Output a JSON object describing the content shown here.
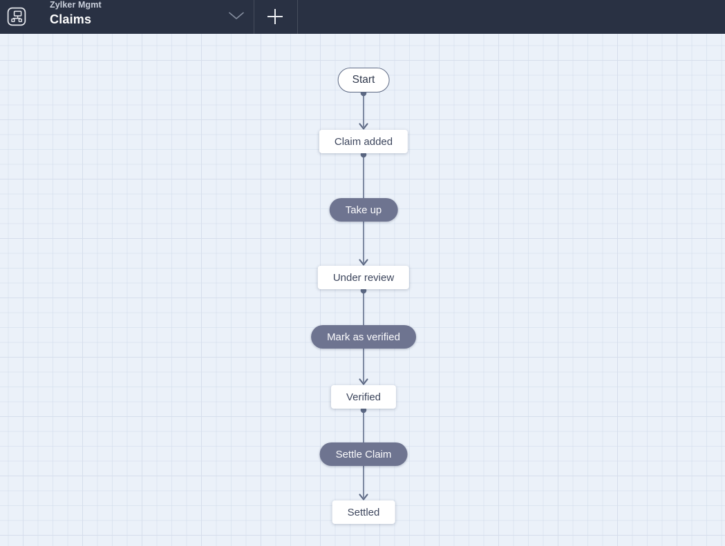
{
  "header": {
    "subtitle": "Zylker Mgmt",
    "title": "Claims",
    "icons": {
      "app_icon": "org-chart-icon",
      "dropdown_icon": "chevron-down-icon",
      "add_icon": "plus-icon"
    }
  },
  "flow": {
    "nodes": [
      {
        "label": "Start",
        "type": "start"
      },
      {
        "label": "Claim added",
        "type": "state"
      },
      {
        "label": "Take up",
        "type": "transition"
      },
      {
        "label": "Under review",
        "type": "state"
      },
      {
        "label": "Mark as verified",
        "type": "transition"
      },
      {
        "label": "Verified",
        "type": "state"
      },
      {
        "label": "Settle Claim",
        "type": "transition"
      },
      {
        "label": "Settled",
        "type": "state"
      }
    ]
  },
  "colors": {
    "header_bg": "#293143",
    "canvas_bg": "#ebf1f9",
    "grid_line": "#d6deec",
    "transition_bg": "#6e7490",
    "state_bg": "#ffffff",
    "state_text": "#3c455c",
    "connector": "#6c7894",
    "start_border": "#5d6983"
  }
}
